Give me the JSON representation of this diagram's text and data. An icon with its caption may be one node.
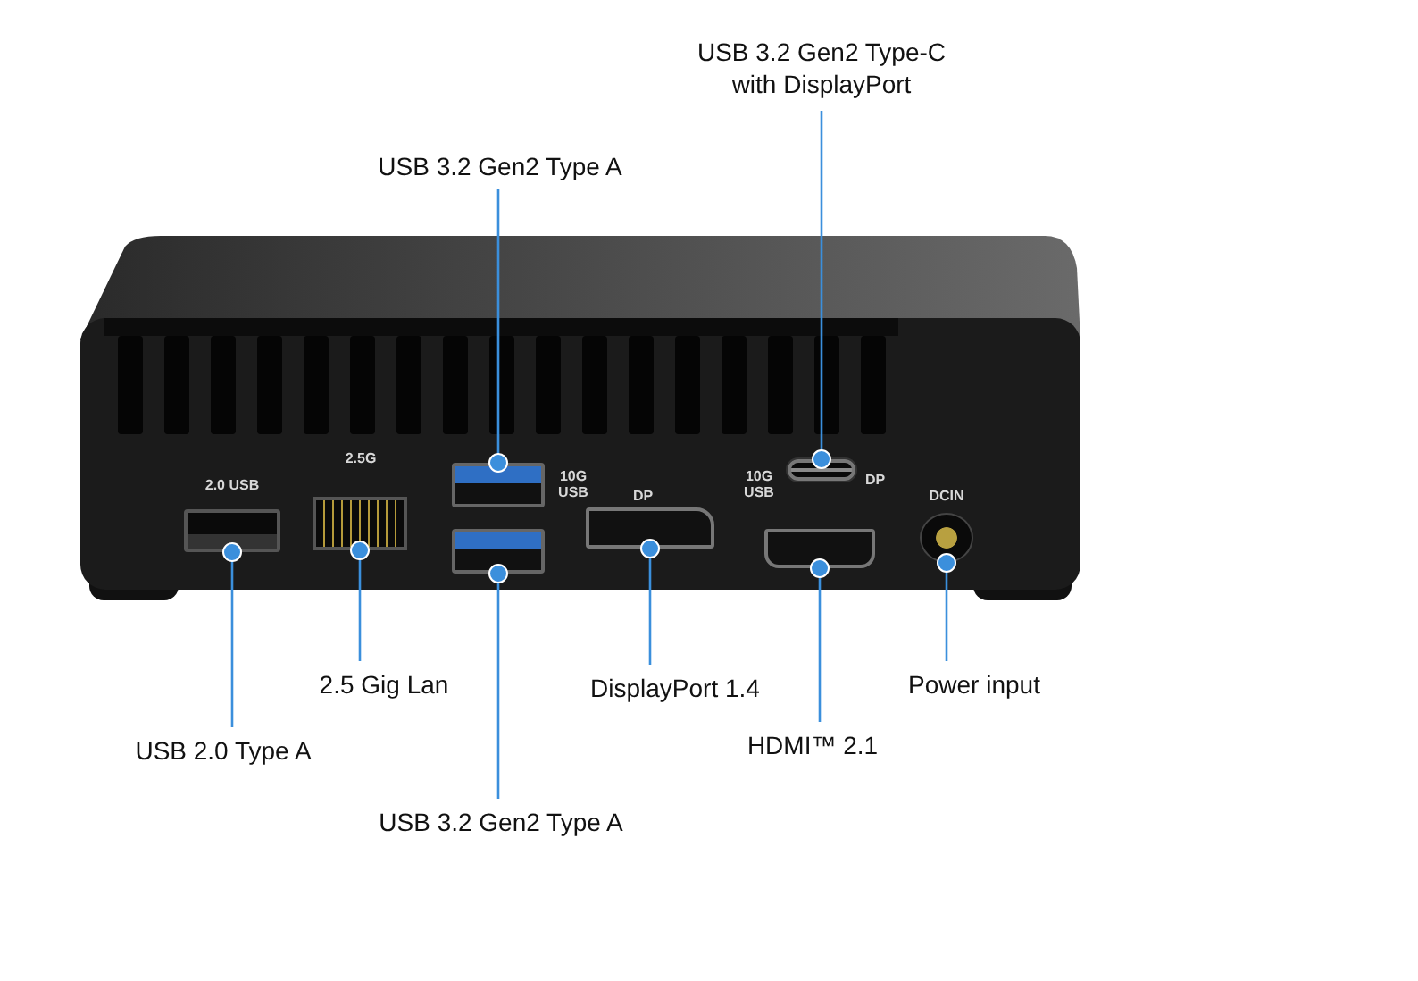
{
  "diagram": {
    "nodes": [
      {
        "text": [
          "USB 3.2 Gen2 Type-C with DisplayPort"
        ]
      },
      {
        "text": [
          "USB 3.2 Gen2 Type A"
        ]
      },
      {
        "text": [
          "2.5 Gig Lan"
        ]
      },
      {
        "text": [
          "DisplayPort 1.4"
        ]
      },
      {
        "text": [
          "Power input"
        ]
      },
      {
        "text": [
          "HDMI™ 2.1"
        ]
      },
      {
        "text": [
          "USB 2.0 Type A"
        ]
      },
      {
        "text": [
          "USB 3.2 Gen2 Type A"
        ]
      },
      {
        "text": [],
        "shape": "picture"
      },
      {
        "text": [],
        "shape": "picture"
      },
      {
        "text": [],
        "shape": "picture"
      },
      {
        "text": [],
        "shape": "picture"
      },
      {
        "text": [],
        "shape": "picture"
      },
      {
        "text": [],
        "shape": "picture"
      },
      {
        "text": [],
        "shape": "picture"
      },
      {
        "text": [],
        "shape": "picture"
      }
    ],
    "edges": [
      {
        "from": 0,
        "to": 13,
        "arrow": "other"
      },
      {
        "from": 1,
        "to": 10,
        "arrow": "other"
      },
      {
        "from": 2,
        "to": 9,
        "arrow": "other"
      },
      {
        "from": 3,
        "to": 12,
        "arrow": "other"
      },
      {
        "from": 4,
        "to": 15,
        "arrow": "other"
      },
      {
        "from": 5,
        "to": 14,
        "arrow": "other"
      },
      {
        "from": 6,
        "to": 8,
        "arrow": "other"
      },
      {
        "from": 7,
        "to": 11,
        "arrow": "other"
      }
    ],
    "labels": [
      "2.0 USB",
      "2.5G",
      "10G USB",
      "DP",
      "10G USB",
      "DP",
      "DCIN"
    ]
  }
}
